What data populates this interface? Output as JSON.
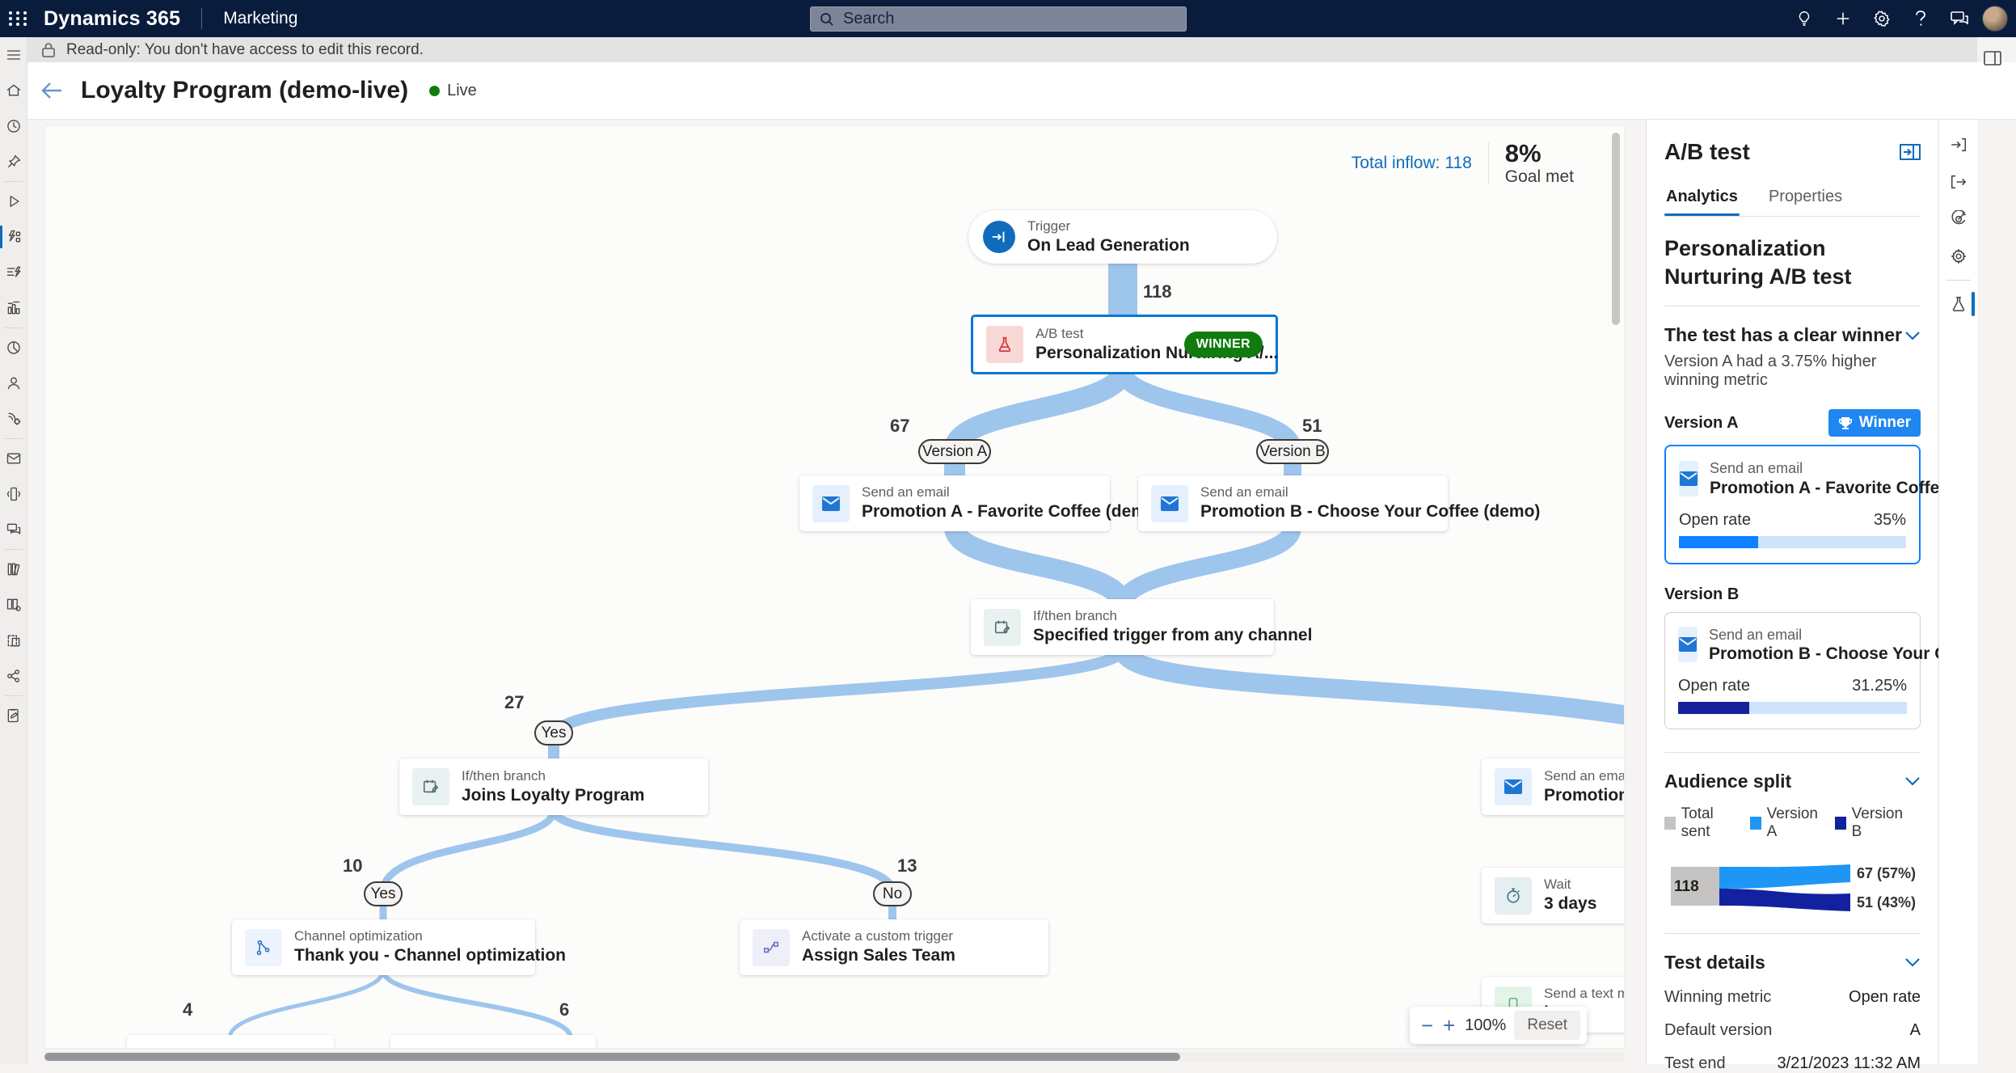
{
  "colors": {
    "accent": "#0078d4",
    "winner_green": "#107c10",
    "flow_band": "#9ec5ec",
    "bar_a": "#0f80ff",
    "bar_b": "#16219c",
    "legend_total": "#c6c4c2",
    "legend_a": "#1e96f5",
    "legend_b": "#12229e"
  },
  "topbar": {
    "app": "Dynamics 365",
    "area": "Marketing",
    "search_placeholder": "Search",
    "icons": [
      "lightbulb-icon",
      "add-icon",
      "settings-gear-icon",
      "help-icon",
      "feedback-chat-icon",
      "avatar"
    ]
  },
  "banner": {
    "text": "Read-only: You don't have access to edit this record."
  },
  "header": {
    "title": "Loyalty Program (demo-live)",
    "status": "Live"
  },
  "sidebar": {
    "icons": [
      "menu-icon",
      "home-icon",
      "recent-icon",
      "pin-icon",
      "play-icon",
      "journeys-icon",
      "triggers-icon",
      "analytics-icon",
      "pie-chart-icon",
      "person-icon",
      "phone-settings-icon",
      "email-icon",
      "device-icon",
      "chat-icon",
      "library-icon",
      "templates-icon",
      "clipboard-icon",
      "share-icon",
      "tasks-icon"
    ]
  },
  "canvas": {
    "inflow_label": "Total inflow: 118",
    "goal_value": "8%",
    "goal_label": "Goal met",
    "counts": {
      "main": "118",
      "a": "67",
      "b": "51",
      "yes": "27",
      "yes2": "10",
      "no": "13",
      "c4": "4",
      "c6": "6"
    },
    "pills": {
      "version_a": "Version A",
      "version_b": "Version B",
      "yes": "Yes",
      "yes2": "Yes",
      "no": "No"
    },
    "nodes": {
      "trigger": {
        "type": "Trigger",
        "title": "On Lead Generation"
      },
      "abtest": {
        "type": "A/B test",
        "title": "Personalization Nurturing A/...",
        "badge": "WINNER"
      },
      "email_a": {
        "type": "Send an email",
        "title": "Promotion A - Favorite Coffee (demo)"
      },
      "email_b": {
        "type": "Send an email",
        "title": "Promotion B - Choose Your Coffee (demo)"
      },
      "ifthen": {
        "type": "If/then branch",
        "title": "Specified trigger from any channel"
      },
      "joins": {
        "type": "If/then branch",
        "title": "Joins Loyalty Program"
      },
      "channel": {
        "type": "Channel optimization",
        "title": "Thank you - Channel optimization"
      },
      "assign": {
        "type": "Activate a custom trigger",
        "title": "Assign Sales Team"
      },
      "promo_c": {
        "type": "Send an email",
        "title": "Promotion C - W"
      },
      "wait": {
        "type": "Wait",
        "title": "3 days"
      },
      "sms": {
        "type": "Send a text messag",
        "title": "le"
      }
    },
    "zoom": {
      "level": "100%",
      "reset": "Reset",
      "minus": "−",
      "plus": "+"
    }
  },
  "panel": {
    "title": "A/B test",
    "tabs": [
      {
        "label": "Analytics",
        "active": true
      },
      {
        "label": "Properties",
        "active": false
      }
    ],
    "heading": "Personalization Nurturing A/B test",
    "winner_section": {
      "title": "The test has a clear winner",
      "subtitle": "Version A had a 3.75% higher winning metric"
    },
    "version_a": {
      "label": "Version A",
      "badge": "Winner",
      "type": "Send an email",
      "title": "Promotion A - Favorite Coffe...",
      "metric_label": "Open rate",
      "metric_value": "35%",
      "metric_pct": 35
    },
    "version_b": {
      "label": "Version B",
      "type": "Send an email",
      "title": "Promotion B - Choose Your C...",
      "metric_label": "Open rate",
      "metric_value": "31.25%",
      "metric_pct": 31.25
    },
    "audience_split": {
      "title": "Audience split",
      "legend": [
        {
          "label": "Total sent"
        },
        {
          "label": "Version A"
        },
        {
          "label": "Version B"
        }
      ],
      "total": "118",
      "a_label": "67 (57%)",
      "b_label": "51 (43%)",
      "chart": {
        "type": "sankey",
        "total": 118,
        "version_a": 67,
        "version_a_pct": "57%",
        "version_b": 51,
        "version_b_pct": "43%"
      }
    },
    "test_details": {
      "title": "Test details",
      "rows": [
        {
          "label": "Winning metric",
          "value": "Open rate"
        },
        {
          "label": "Default version",
          "value": "A"
        },
        {
          "label": "Test end",
          "value": "3/21/2023 11:32 AM"
        }
      ]
    }
  },
  "rail": {
    "icons": [
      "sign-in-icon",
      "sign-out-icon",
      "goal-icon",
      "settings-icon",
      "ab-flask-icon"
    ]
  }
}
